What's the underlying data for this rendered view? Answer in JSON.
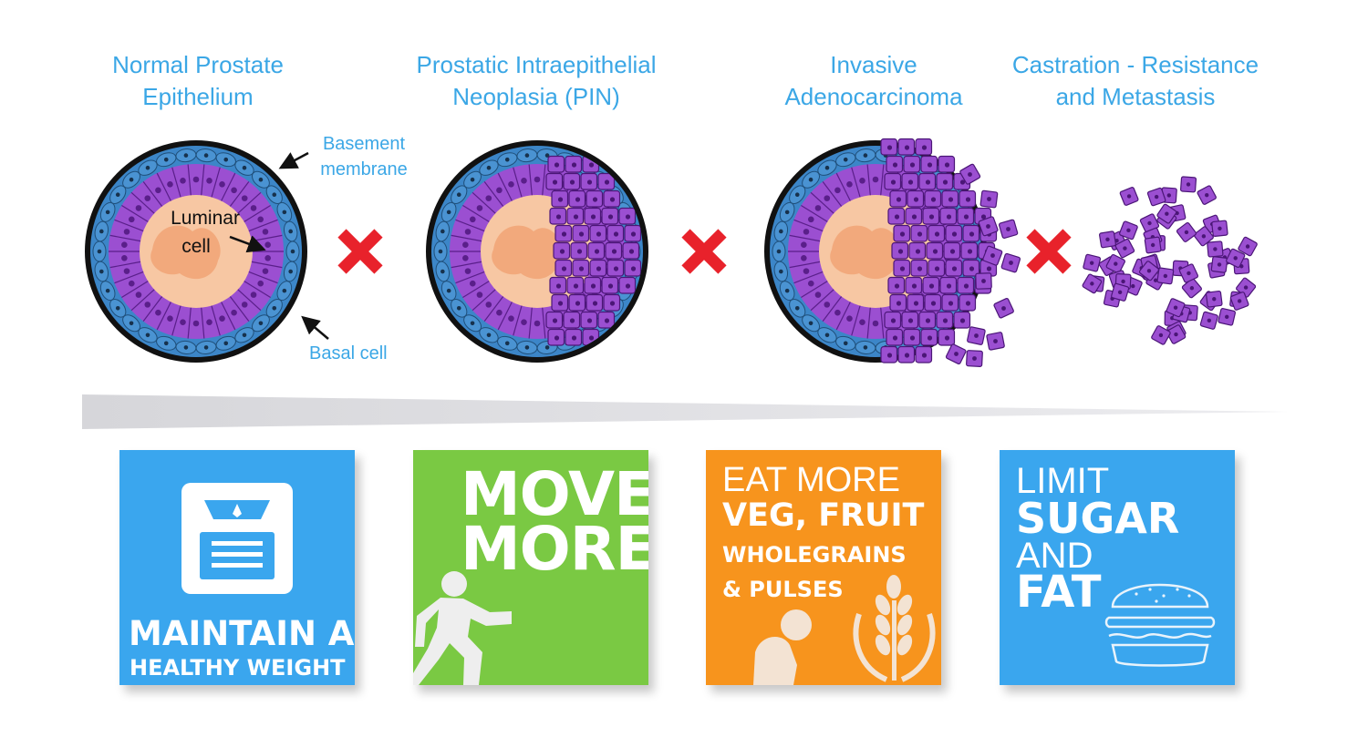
{
  "stages": [
    {
      "line1": "Normal Prostate",
      "line2": "Epithelium"
    },
    {
      "line1": "Prostatic Intraepithelial",
      "line2": "Neoplasia (PIN)"
    },
    {
      "line1": "Invasive",
      "line2": "Adenocarcinoma"
    },
    {
      "line1": "Castration - Resistance",
      "line2": "and Metastasis"
    }
  ],
  "annotations": {
    "basement_line1": "Basement",
    "basement_line2": "membrane",
    "luminar_line1": "Luminar",
    "luminar_line2": "cell",
    "basal": "Basal cell"
  },
  "tiles": [
    {
      "line1": "MAINTAIN A",
      "line2": "HEALTHY WEIGHT",
      "color": "#3aa6ee",
      "icon": "scale-icon"
    },
    {
      "line1": "MOVE",
      "line2": "MORE",
      "color": "#7ac943",
      "icon": "running-person-icon"
    },
    {
      "line1": "EAT MORE",
      "line2": "VEG, FRUIT",
      "line3": "WHOLEGRAINS",
      "line4": "& PULSES",
      "color": "#f7941d",
      "icon": "wheat-icon"
    },
    {
      "line1": "LIMIT",
      "line2": "SUGAR",
      "line3": "AND",
      "line4": "FAT",
      "color": "#3aa6ee",
      "icon": "burger-icon"
    }
  ],
  "colors": {
    "title_blue": "#3ba7e6",
    "lumen_peach": "#f7c7a3",
    "secretion": "#f2a97c",
    "luminal_purple": "#9b4fd1",
    "basal_blue": "#3c86c8",
    "cross_red": "#e8222b",
    "gradient_gray": "#d9d9dd"
  }
}
